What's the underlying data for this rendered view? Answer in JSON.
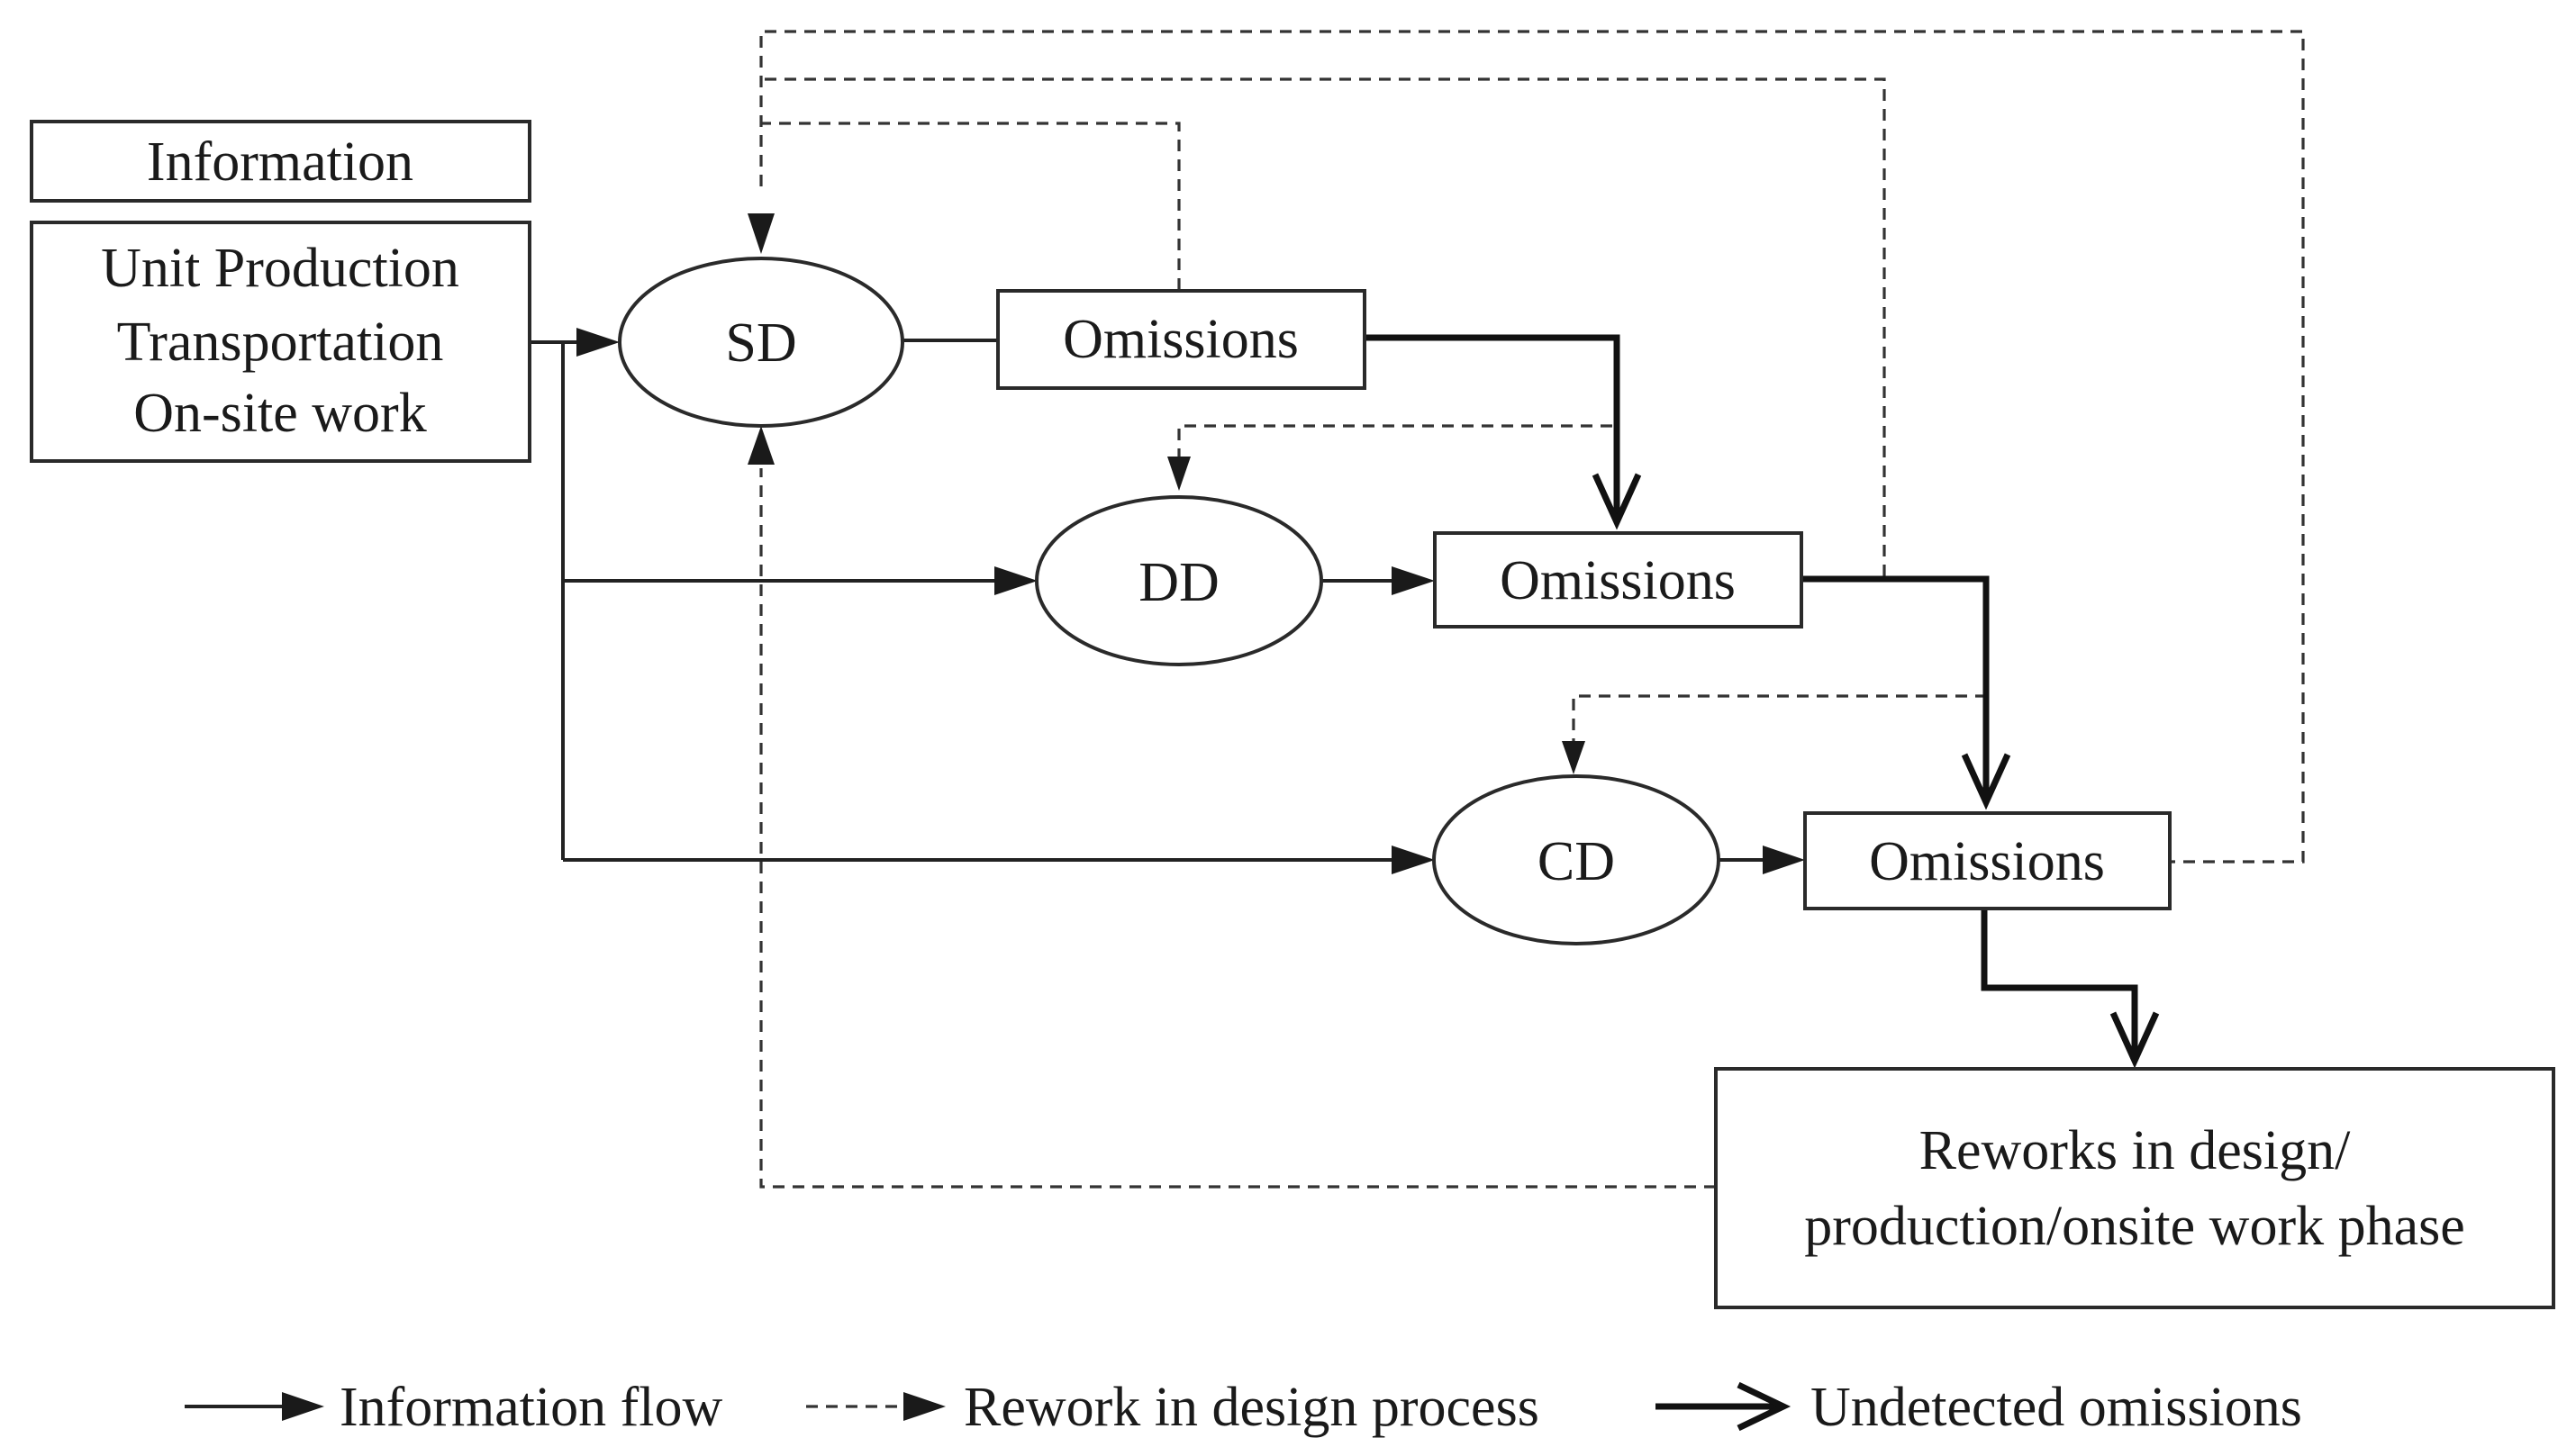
{
  "info": {
    "header": "Information",
    "lines": [
      "Unit Production",
      "Transportation",
      "On-site work"
    ]
  },
  "stages": {
    "sd": "SD",
    "dd": "DD",
    "cd": "CD"
  },
  "omissions": {
    "sd": "Omissions",
    "dd": "Omissions",
    "cd": "Omissions"
  },
  "reworks": {
    "lines": [
      "Reworks in design/",
      "production/onsite work phase"
    ]
  },
  "legend": {
    "information_flow": "Information flow",
    "rework": "Rework in design process",
    "undetected": "Undetected omissions"
  },
  "colors": {
    "line": "#222222",
    "background": "#ffffff"
  }
}
